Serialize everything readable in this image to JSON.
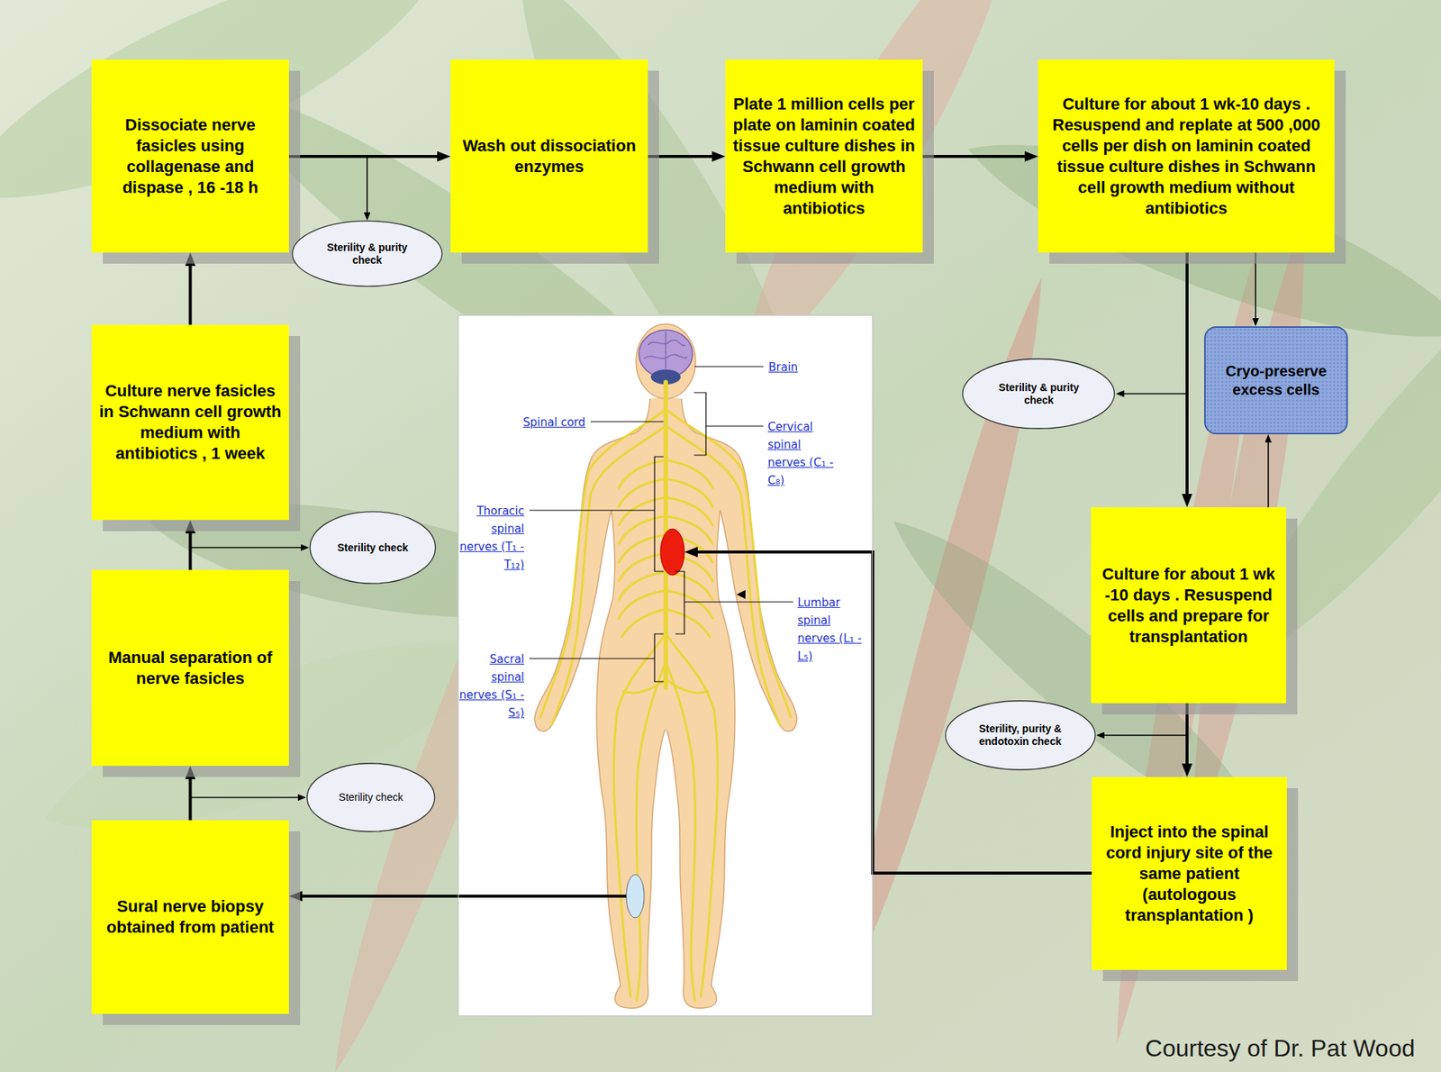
{
  "diagram": {
    "nodes": [
      {
        "text": [
          "Dissociate nerve fasicles using collagenase and dispase , 16 -18 h"
        ]
      },
      {
        "text": [
          "Wash out dissociation enzymes"
        ]
      },
      {
        "text": [
          "Plate 1 million cells per plate on laminin coated tissue culture dishes in Schwann cell growth medium with antibiotics"
        ]
      },
      {
        "text": [
          "Culture for about 1 wk-10 days . Resuspend and replate at 500 ,000 cells per dish on laminin coated tissue culture dishes in Schwann cell growth medium without antibiotics"
        ]
      },
      {
        "text": [
          "Sterility & purity check"
        ]
      },
      {
        "text": [
          "Culture nerve fasicles in Schwann cell growth medium with antibiotics , 1 week"
        ]
      },
      {
        "text": [
          "Brain",
          "Spinal cord",
          "Cervical spinal nerves (C₁ - C₈)",
          "Thoracic spinal nerves (T₁ - T₁₂)",
          "Lumbar spinal nerves (L₁ - L₅)",
          "Sacral spinal nerves (S₁ - S₅)"
        ]
      },
      {
        "text": [
          "Cryo-preserve excess cells"
        ]
      },
      {
        "text": [
          "Sterility & purity check"
        ]
      },
      {
        "text": [
          "Culture for about 1 wk -10 days . Resuspend cells and prepare for transplantation"
        ]
      },
      {
        "text": [
          "Sterility check"
        ]
      },
      {
        "text": [
          "Manual separation of nerve fasicles"
        ]
      },
      {
        "text": [
          "Sterility, purity & endotoxin check"
        ]
      },
      {
        "text": [
          "Sterility check"
        ]
      },
      {
        "text": [
          "Inject into the spinal cord injury site of the same patient (autologous transplantation )"
        ]
      },
      {
        "text": [
          "Sural nerve biopsy obtained from patient"
        ]
      }
    ],
    "edges": [
      {
        "from": 15,
        "to": 11,
        "arrow": "to"
      },
      {
        "from": 15,
        "to": 13,
        "arrow": "to"
      },
      {
        "from": 11,
        "to": 5,
        "arrow": "to"
      },
      {
        "from": 11,
        "to": 10,
        "arrow": "to"
      },
      {
        "from": 5,
        "to": 0,
        "arrow": "to"
      },
      {
        "from": 0,
        "to": 1,
        "arrow": "to"
      },
      {
        "from": 0,
        "to": 4,
        "arrow": "to"
      },
      {
        "from": 1,
        "to": 2,
        "arrow": "to"
      },
      {
        "from": 2,
        "to": 3,
        "arrow": "to"
      },
      {
        "from": 3,
        "to": 9,
        "arrow": "to"
      },
      {
        "from": 3,
        "to": 8,
        "arrow": "to"
      },
      {
        "from": 3,
        "to": 7,
        "arrow": "to"
      },
      {
        "from": 9,
        "to": 7,
        "arrow": "to"
      },
      {
        "from": 9,
        "to": 14,
        "arrow": "to"
      },
      {
        "from": 9,
        "to": 12,
        "arrow": "to"
      },
      {
        "from": 14,
        "to": 6,
        "arrow": "to"
      },
      {
        "from": 6,
        "to": 15,
        "arrow": "to"
      }
    ],
    "labels": [
      "Courtesy of Dr. Pat Wood"
    ]
  }
}
